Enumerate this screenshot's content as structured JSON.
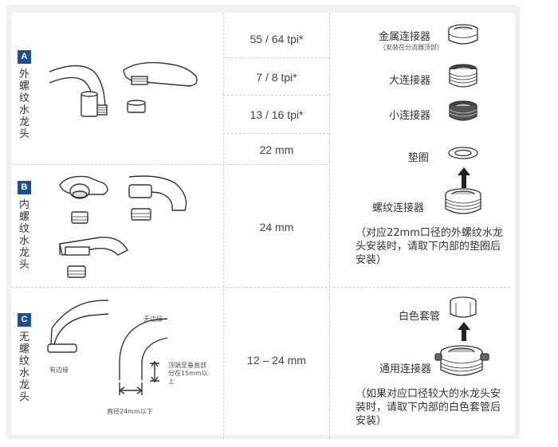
{
  "sections": [
    {
      "badge": "A",
      "title": "外螺纹水龙头"
    },
    {
      "badge": "B",
      "title": "内螺纹水龙头"
    },
    {
      "badge": "C",
      "title": "无螺纹水龙头"
    }
  ],
  "sizes": {
    "s1": "55 / 64 tpi*",
    "s2": "7 / 8 tpi*",
    "s3": "13 / 16 tpi*",
    "s4": "22 mm",
    "s5": "24 mm",
    "s6": "12 – 24 mm"
  },
  "connectors": {
    "metal": "金属连接器",
    "metal_note": "（安装在分流器顶部）",
    "large": "大连接器",
    "small": "小连接器",
    "washer": "垫圈",
    "thread": "螺纹连接器",
    "note22": "（对应22mm口径的外螺纹水龙头安装时，请取下内部的垫圈后安装）",
    "white_sleeve": "白色套管",
    "universal": "通用连接器",
    "note_large": "（如果对应口径较大的水龙头安装时，请取下内部的白色套管后安装）"
  },
  "diagram_c": {
    "no_edge": "无边缘",
    "with_edge": "有边缘",
    "vertical_note": "顶端至垂直部分在15mm以上",
    "diameter_note": "直径24mm以下"
  }
}
